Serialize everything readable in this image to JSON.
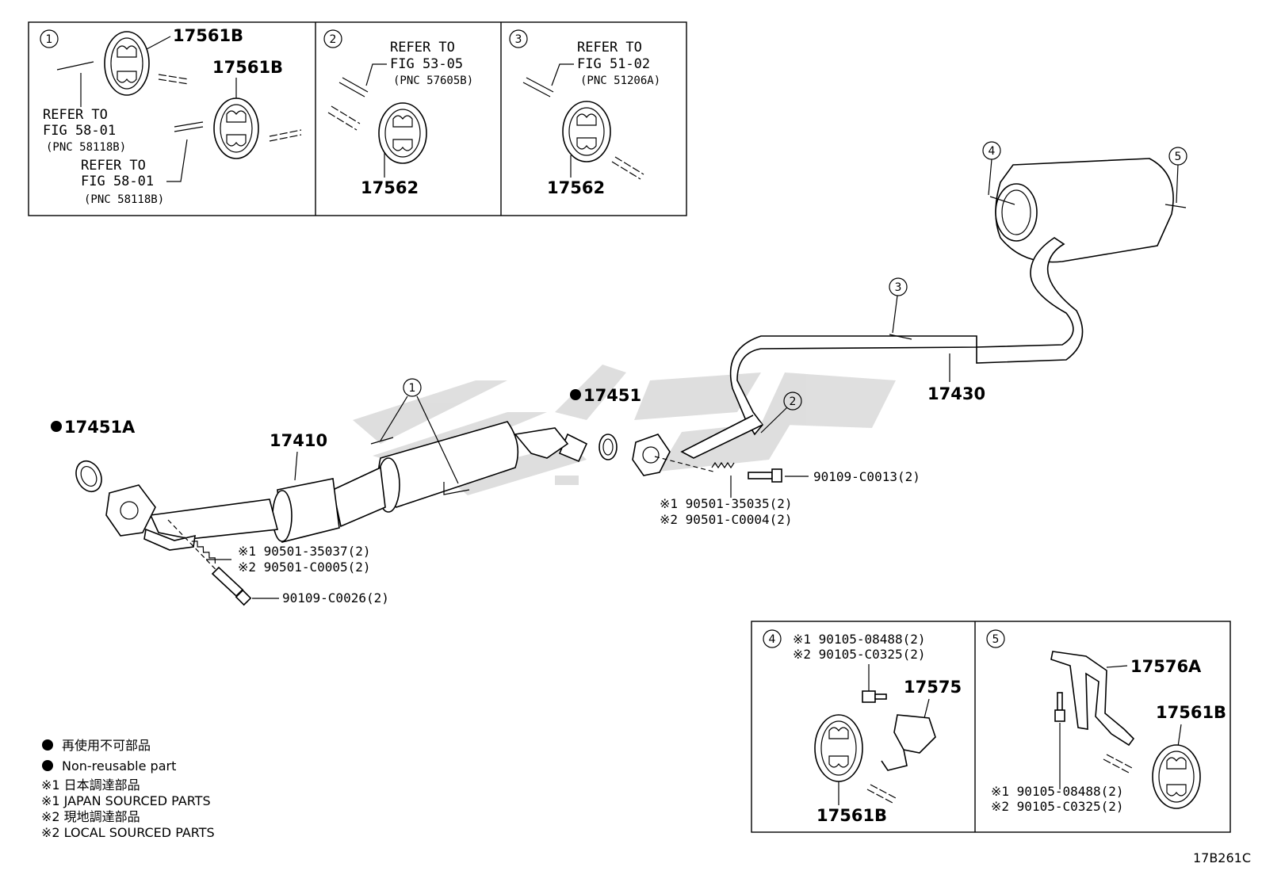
{
  "inset1": {
    "num": "1",
    "label_a": "17561B",
    "label_b": "17561B",
    "ref1_line1": "REFER TO",
    "ref1_line2": "FIG 58-01",
    "ref1_line3": "(PNC 58118B)",
    "ref2_line1": "REFER TO",
    "ref2_line2": "FIG 58-01",
    "ref2_line3": "(PNC 58118B)"
  },
  "inset2": {
    "num": "2",
    "ref_line1": "REFER TO",
    "ref_line2": "FIG 53-05",
    "ref_line3": "(PNC 57605B)",
    "label": "17562"
  },
  "inset3": {
    "num": "3",
    "ref_line1": "REFER TO",
    "ref_line2": "FIG 51-02",
    "ref_line3": "(PNC 51206A)",
    "label": "17562"
  },
  "main": {
    "gasket_front": "17451A",
    "front_pipe": "17410",
    "gasket_center": "17451",
    "tail_pipe": "17430",
    "front_spring_1": "※1 90501-35037(2)",
    "front_spring_2": "※2 90501-C0005(2)",
    "front_bolt": "90109-C0026(2)",
    "center_spring_1": "※1 90501-35035(2)",
    "center_spring_2": "※2 90501-C0004(2)",
    "center_bolt": "90109-C0013(2)",
    "callouts": [
      "1",
      "2",
      "3",
      "4",
      "5"
    ]
  },
  "inset4": {
    "num": "4",
    "bolt_1": "※1 90105-08488(2)",
    "bolt_2": "※2 90105-C0325(2)",
    "bracket": "17575",
    "hanger": "17561B"
  },
  "inset5": {
    "num": "5",
    "bracket": "17576A",
    "hanger": "17561B",
    "bolt_1": "※1 90105-08488(2)",
    "bolt_2": "※2 90105-C0325(2)"
  },
  "legend": {
    "nonreuse_jp": "再使用不可部品",
    "nonreuse_en": "Non-reusable part",
    "note1_jp": "※1  日本調達部品",
    "note1_en": "※1  JAPAN SOURCED PARTS",
    "note2_jp": "※2  現地調達部品",
    "note2_en": "※2  LOCAL SOURCED PARTS"
  },
  "figure_code": "17B261C",
  "colors": {
    "line": "#000000",
    "watermark": "#d9d9d9",
    "background": "#ffffff"
  }
}
